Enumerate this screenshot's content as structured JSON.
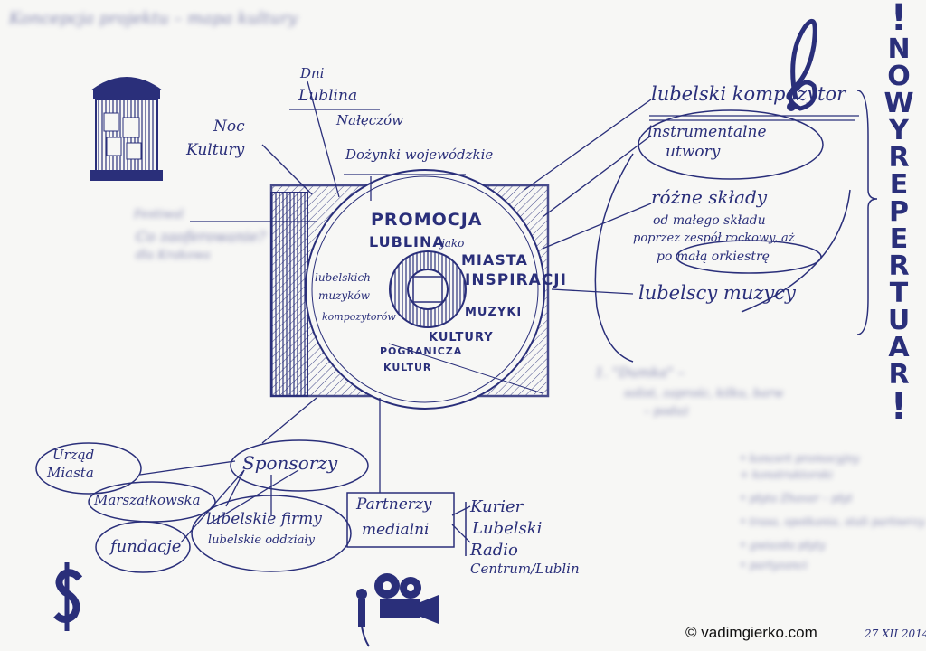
{
  "blurred": {
    "title": "Koncepcja projektu – mapa kultury",
    "left_note_1": "Festiwal",
    "left_note_2": "Co zaoferowanie?",
    "left_note_3": "dla Krakowa",
    "right_note_1": "1. \"Dumka\" –",
    "right_note_2": "solist, zaprośc, kilku, barw",
    "right_note_3": "– podaż",
    "list_1": "• koncert promocyjny",
    "list_2": "  + konstruktorski",
    "list_3": "• płyta Zhavar – płyt",
    "list_4": "• trasa, spotkania, stali partnerzy",
    "list_5": "• gwiazda płyty",
    "list_6": "• partyzanci"
  },
  "top_labels": {
    "dni_lublina_1": "Dni",
    "dni_lublina_2": "Lublina",
    "naleczow": "Nałęczów",
    "dozynki": "Dożynki wojewódzkie",
    "noc_kultury_1": "Noc",
    "noc_kultury_2": "Kultury"
  },
  "disc": {
    "promocja": "PROMOCJA",
    "lublina": "LUBLINA",
    "jako": "jako",
    "miasta": "MIASTA",
    "inspiracji": "INSPIRACJI",
    "lubelskich_muzykow_1": "lubelskich",
    "lubelskich_muzykow_2": "muzyków",
    "kompozytorow": "kompozytorów",
    "muzyki": "MUZYKI",
    "kultury": "KULTURY",
    "pogranicza": "POGRANICZA",
    "kultur": "KULTUR"
  },
  "right_labels": {
    "kompozytor": "lubelski kompozytor",
    "instrumentalne_1": "instrumentalne",
    "instrumentalne_2": "utwory",
    "rozne_sklady": "różne składy",
    "od_malego_1": "od małego składu",
    "od_malego_2": "poprzez zespół rockowy, aż",
    "od_malego_3": "po małą orkiestrę",
    "muzycy": "lubelscy muzycy",
    "nowy_repertuar": [
      "N",
      "O",
      "W",
      "Y",
      "R",
      "E",
      "P",
      "E",
      "R",
      "T",
      "U",
      "A",
      "R"
    ]
  },
  "bottom_labels": {
    "sponsorzy": "Sponsorzy",
    "urzad_1": "Urząd",
    "urzad_2": "Miasta",
    "marszalkowska": "Marszałkowska",
    "lubelskie_firmy": "lubelskie firmy",
    "lubelskie_oddzialy": "lubelskie oddziały",
    "fundacje": "fundacje",
    "partnerzy_1": "Partnerzy",
    "partnerzy_2": "medialni",
    "kurier_1": "Kurier",
    "kurier_2": "Lubelski",
    "radio_1": "Radio",
    "radio_2": "Centrum/Lublin"
  },
  "credit": "© vadimgierko.com",
  "date": "27 XII 2014",
  "icons": [
    "poster-column-icon",
    "treble-clef-icon",
    "dollar-icon",
    "microphone-icon",
    "film-camera-icon"
  ],
  "colors": {
    "ink": "#2a2f7a",
    "paper": "#f7f7f5"
  }
}
